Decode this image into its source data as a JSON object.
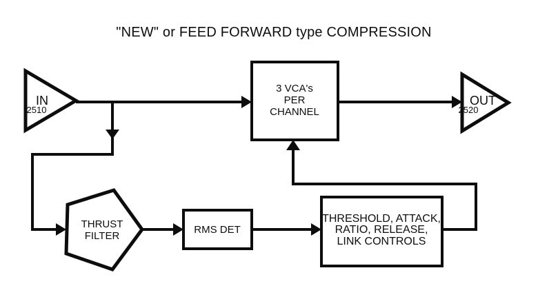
{
  "title": "\"NEW\" or FEED FORWARD type COMPRESSION",
  "colors": {
    "ink": "#0d0d0d",
    "background": "#ffffff"
  },
  "nodes": {
    "in_amp": {
      "label": "IN",
      "part_number": "2510"
    },
    "out_amp": {
      "label": "OUT",
      "part_number": "2520"
    },
    "vca": {
      "lines": [
        "3 VCA's",
        "PER",
        "CHANNEL"
      ]
    },
    "thrust_filter": {
      "lines": [
        "THRUST",
        "FILTER"
      ]
    },
    "rms_det": {
      "label": "RMS DET"
    },
    "controls": {
      "lines": [
        "THRESHOLD, ATTACK,",
        "RATIO, RELEASE,",
        "LINK CONTROLS"
      ]
    }
  }
}
